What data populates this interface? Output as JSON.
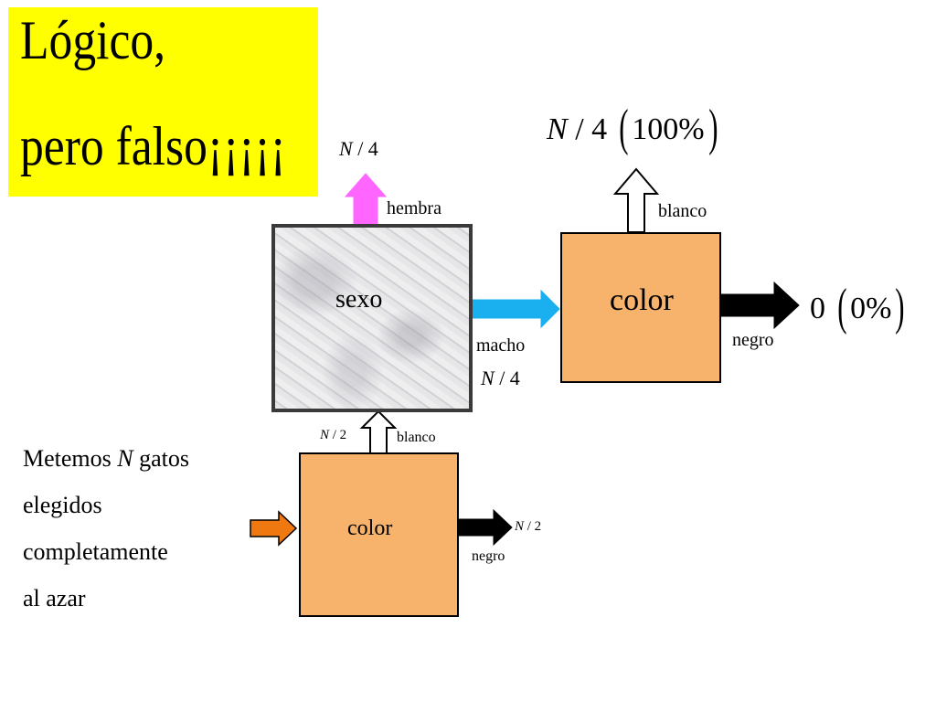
{
  "title": {
    "line1": "Lógico,",
    "line2": "pero falso¡¡¡¡¡"
  },
  "story": {
    "line1_pre": "Metemos ",
    "line1_var": "N",
    "line1_post": " gatos",
    "line2": "elegidos",
    "line3": "completamente",
    "line4": "al azar"
  },
  "boxes": {
    "sexo": "sexo",
    "color_top": "color",
    "color_bottom": "color"
  },
  "labels": {
    "hembra": "hembra",
    "blanco_top": "blanco",
    "negro_top": "negro",
    "macho": "macho",
    "blanco_bottom": "blanco",
    "negro_bottom": "negro"
  },
  "fractions": {
    "hembra": {
      "var": "N",
      "den": "/ 4"
    },
    "macho": {
      "var": "N",
      "den": "/ 4"
    },
    "blanco_top": {
      "var": "N",
      "den": "/ 4",
      "pct": "100%"
    },
    "negro_top": {
      "value": "0",
      "pct": "0%"
    },
    "blanco_bottom": {
      "var": "N",
      "den": "/ 2"
    },
    "negro_bottom": {
      "var": "N",
      "den": "/ 2"
    }
  },
  "colors": {
    "title_bg": "#ffff00",
    "box_fill": "#f7b26c",
    "arrow_hembra": "#ff66ff",
    "arrow_macho": "#1ab0f0",
    "arrow_input": "#f07810",
    "arrow_negro": "#000000",
    "arrow_blanco": "#ffffff"
  },
  "icons": {
    "arrow_hembra": "up-arrow-icon",
    "arrow_macho": "right-arrow-icon",
    "arrow_input": "right-arrow-icon",
    "arrow_negro": "right-arrow-icon",
    "arrow_blanco": "up-arrow-icon"
  }
}
